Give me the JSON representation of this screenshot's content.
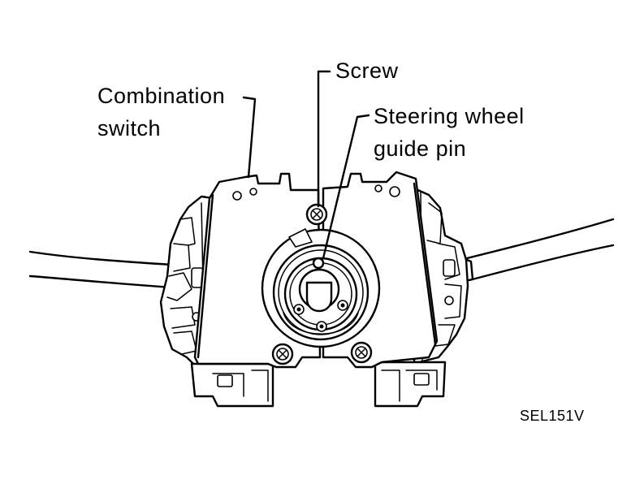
{
  "figure": {
    "labels": {
      "combination_line1": "Combination",
      "combination_line2": "switch",
      "screw": "Screw",
      "steering_line1": "Steering wheel",
      "steering_line2": "guide pin"
    },
    "code": "SEL151V"
  },
  "colors": {
    "ink": "#000000",
    "paper": "#ffffff"
  }
}
